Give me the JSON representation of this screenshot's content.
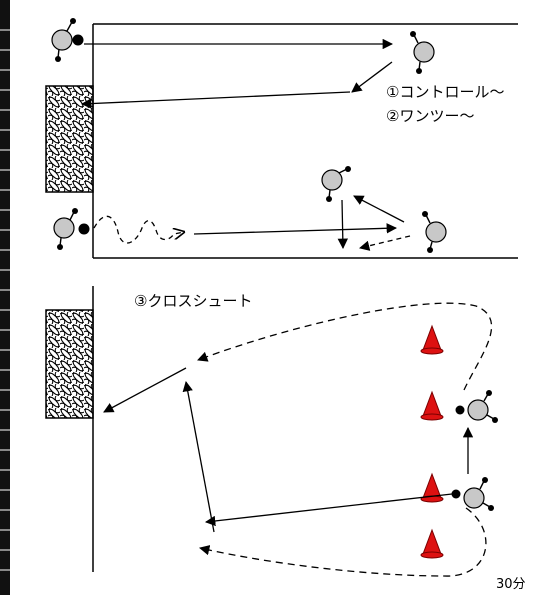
{
  "labels": {
    "drill_1": "①コントロール～",
    "drill_2": "②ワンツー～",
    "drill_3": "③クロスシュート",
    "duration": "30分"
  },
  "colors": {
    "line": "#000000",
    "player_fill": "#c8c8c8",
    "cone_red": "#dd1111",
    "goal_hatch": "#000000"
  },
  "icons": {
    "player": "player-icon",
    "ball": "ball-icon",
    "goal": "goal-icon",
    "cone": "cone-icon"
  }
}
